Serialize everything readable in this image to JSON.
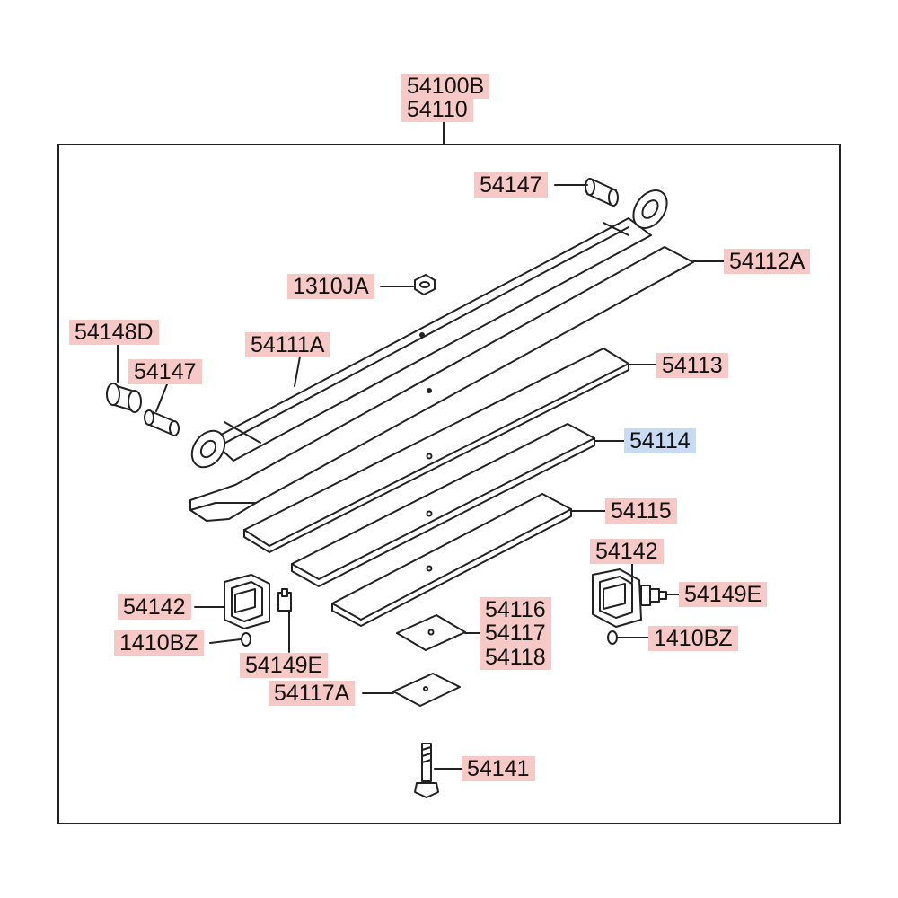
{
  "part_numbers": {
    "assembly_a": "54100B",
    "assembly_b": "54110",
    "bushing_top": "54147",
    "leaf_2": "54112A",
    "nut": "1310JA",
    "bushing_outer": "54148D",
    "main_leaf": "54111A",
    "bushing_left": "54147",
    "leaf_3": "54113",
    "leaf_4": "54114",
    "leaf_5": "54115",
    "clip_left": "54142",
    "clip_right": "54142",
    "clip_bolt_right": "54149E",
    "rivet_left": "1410BZ",
    "rivet_right": "1410BZ",
    "clip_bolt_left": "54149E",
    "pad_a": "54116",
    "pad_b": "54117",
    "pad_c": "54118",
    "pad_lower": "54117A",
    "center_bolt": "54141"
  },
  "colors": {
    "label_bg": "#f6c9c6",
    "label_bg_selected": "#c9dbf3",
    "line": "#222222"
  },
  "selected_part": "54114"
}
